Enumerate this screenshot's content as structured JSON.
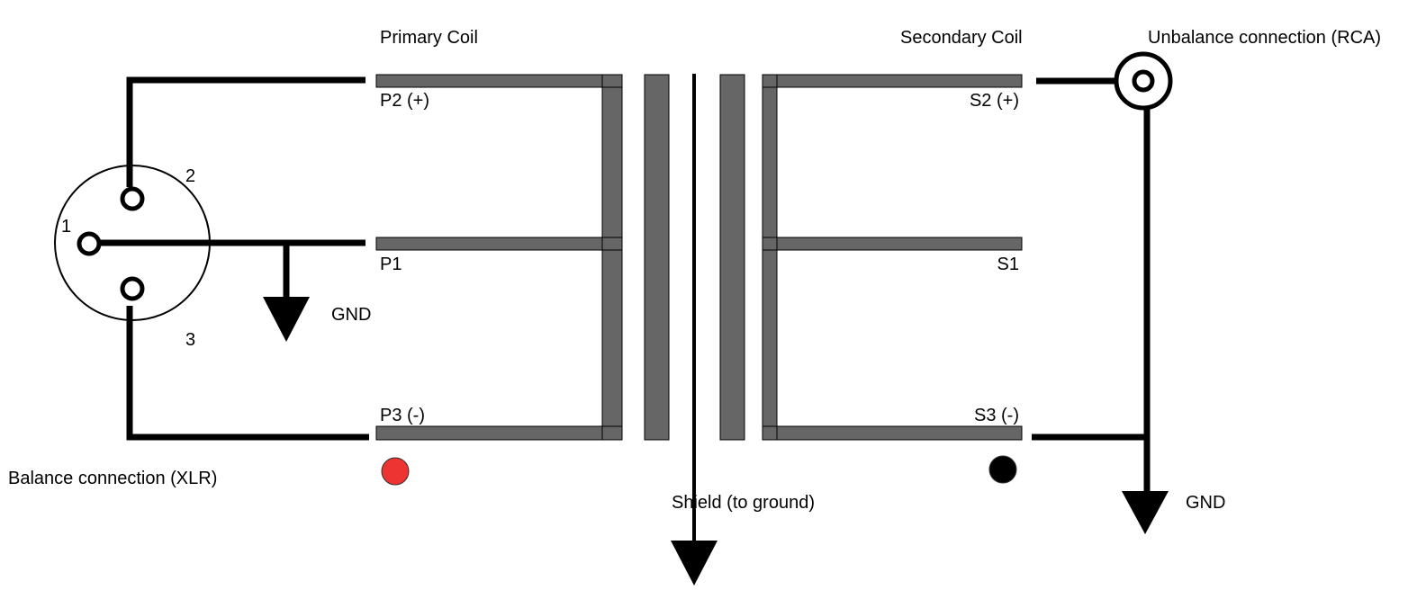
{
  "labels": {
    "primary_coil": "Primary Coil",
    "secondary_coil": "Secondary Coil",
    "unbalance_connection": "Unbalance connection (RCA)",
    "balance_connection": "Balance connection (XLR)",
    "shield": "Shield (to ground)",
    "gnd_left": "GND",
    "gnd_right": "GND",
    "xlr_pin_1": "1",
    "xlr_pin_2": "2",
    "xlr_pin_3": "3",
    "tap_p2": "P2 (+)",
    "tap_p1": "P1",
    "tap_p3": "P3 (-)",
    "tap_s2": "S2 (+)",
    "tap_s1": "S1",
    "tap_s3": "S3 (-)"
  },
  "colors": {
    "coil_fill": "#666666",
    "wire": "#000000",
    "phase_dot_primary": "#ee3333",
    "phase_dot_secondary": "#000000"
  }
}
